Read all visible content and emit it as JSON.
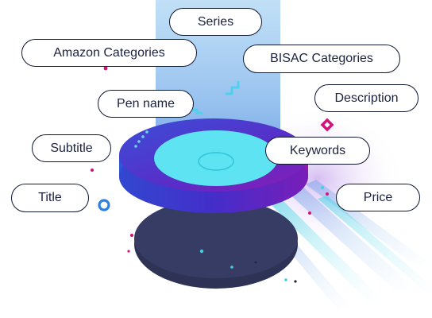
{
  "tags": [
    {
      "id": "series",
      "label": "Series"
    },
    {
      "id": "amazon-categories",
      "label": "Amazon Categories"
    },
    {
      "id": "bisac-categories",
      "label": "BISAC Categories"
    },
    {
      "id": "pen-name",
      "label": "Pen name"
    },
    {
      "id": "description",
      "label": "Description"
    },
    {
      "id": "subtitle",
      "label": "Subtitle"
    },
    {
      "id": "keywords",
      "label": "Keywords"
    },
    {
      "id": "title",
      "label": "Title"
    },
    {
      "id": "price",
      "label": "Price"
    }
  ],
  "colors": {
    "pill_border": "#0f1733",
    "pill_text": "#1b2340",
    "platform_top": "#5de3f2",
    "platform_edge": "#4b2fd1",
    "platform_edge_magenta": "#a21ab8",
    "shadow_disc": "#2e3355",
    "beam": "#7ab8ec",
    "accent_magenta": "#d4137a",
    "accent_blue": "#2e7fe0",
    "accent_cyan": "#3fd0e8"
  },
  "icons": [
    "diamond-icon",
    "ring-icon"
  ]
}
